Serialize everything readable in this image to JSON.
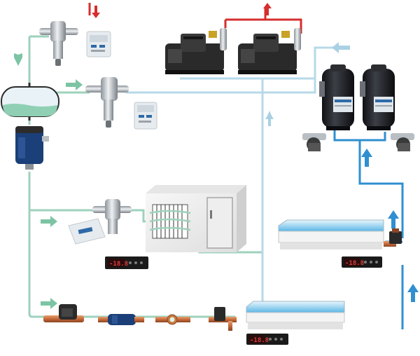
{
  "colors": {
    "liquid_line": "#9ed2bd",
    "liquid_arrow": "#7cc4a4",
    "suction_line": "#b7d9e8",
    "suction_arrow": "#a9d1e3",
    "discharge_line": "#d62e2e",
    "blue_line": "#2f8fd0",
    "compressor_dark": "#2a2a2a",
    "scroll_compressor": "#1f2024",
    "cold_room": "#f0f0f0",
    "display_bg": "#1a1a1a",
    "display_digits": "#e03b3b"
  },
  "displays": {
    "cold_room": "-18.8",
    "upper_case": "-18.8",
    "lower_case": "-18.8"
  },
  "icons": [
    "expansion-valve-icon",
    "electronic-controller-icon",
    "liquid-receiver-icon",
    "filter-drier-icon",
    "semi-hermetic-compressor-icon",
    "scroll-compressor-icon",
    "cold-room-icon",
    "evaporator-coil-icon",
    "refrigerated-display-case-icon",
    "temperature-display-icon",
    "solenoid-valve-icon",
    "sight-glass-icon",
    "flow-arrow-icon"
  ]
}
